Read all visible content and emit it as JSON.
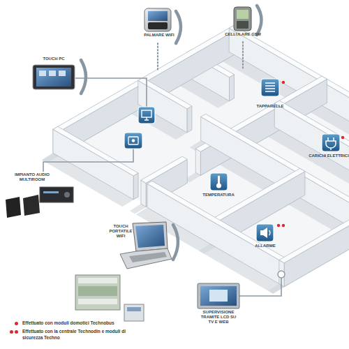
{
  "diagram": {
    "nodes": [
      {
        "text": [
          "PALMARE WIFI"
        ]
      },
      {
        "text": [
          "CELLULARE GSM"
        ]
      },
      {
        "text": [
          "TOUCH PC"
        ]
      },
      {
        "text": [
          "TAPPARELLE"
        ]
      },
      {
        "text": [
          "CARICHI ELETTRICI"
        ]
      },
      {
        "text": [
          "IMPIANTO AUDIO MULTIROOM"
        ]
      },
      {
        "text": [
          "TEMPERATURA"
        ]
      },
      {
        "text": [
          "TOUCH PORTATILE WIFI"
        ]
      },
      {
        "text": [
          "ALLARME"
        ]
      },
      {
        "text": [
          "SUPERVISIONE TRAMITE LCD SU TV E WEB"
        ]
      }
    ],
    "legend": [
      {
        "text": "Effettuato con moduli domotici Technobus",
        "color": "#e0282e"
      },
      {
        "text": "Effettuato con la centrale Technodin e moduli di sicurezza Techno",
        "color": "#e0282e"
      }
    ]
  }
}
